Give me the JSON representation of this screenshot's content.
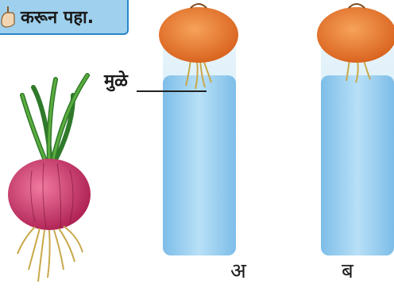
{
  "header": {
    "title": "करून पहा.",
    "icon": "hand-pointing-icon"
  },
  "labels": {
    "roots": "मुळे",
    "glass_a": "अ",
    "glass_b": "ब"
  },
  "colors": {
    "badge": "#9fd1ee",
    "badge_border": "#2a86c8",
    "water": "#8fc8ee",
    "onion_top": "#e8742a",
    "onion_bulb": "#c8326a"
  }
}
